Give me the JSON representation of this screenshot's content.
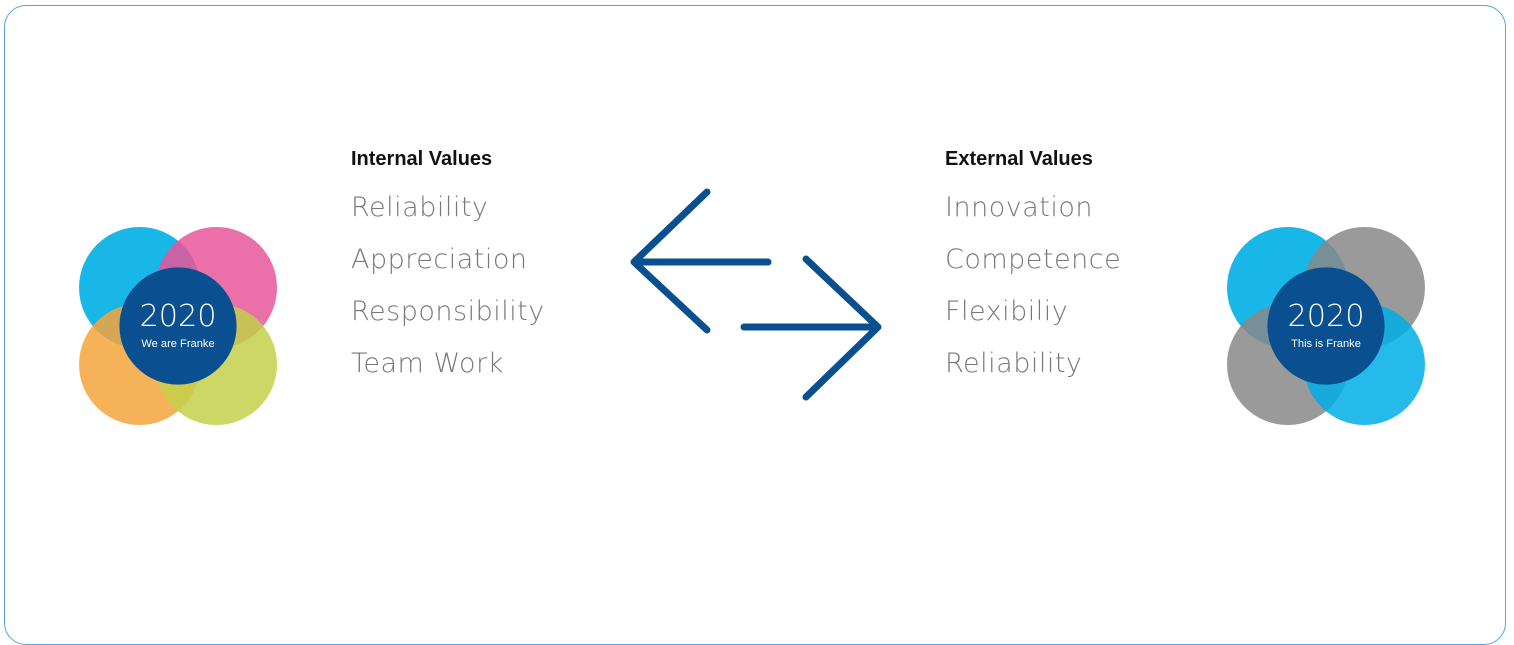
{
  "internal": {
    "title": "Internal Values",
    "items": [
      "Reliability",
      "Appreciation",
      "Responsibility",
      "Team Work"
    ],
    "logo": {
      "year": "2020",
      "tagline": "We are Franke",
      "colors": {
        "top_left": "#00aee6",
        "top_right": "#e8569a",
        "bottom_left": "#f5a53c",
        "bottom_right": "#c3d04a",
        "center": "#0a4f8f"
      }
    }
  },
  "external": {
    "title": "External Values",
    "items": [
      "Innovation",
      "Competence",
      "Flexibiliy",
      "Reliability"
    ],
    "logo": {
      "year": "2020",
      "tagline": "This is Franke",
      "colors": {
        "top_left": "#00aee6",
        "top_right": "#888888",
        "bottom_left": "#888888",
        "bottom_right": "#00aee6",
        "center": "#0a4f8f"
      }
    }
  },
  "arrows": {
    "color": "#0a4f8f",
    "icon": "bidirectional-arrows-icon"
  }
}
